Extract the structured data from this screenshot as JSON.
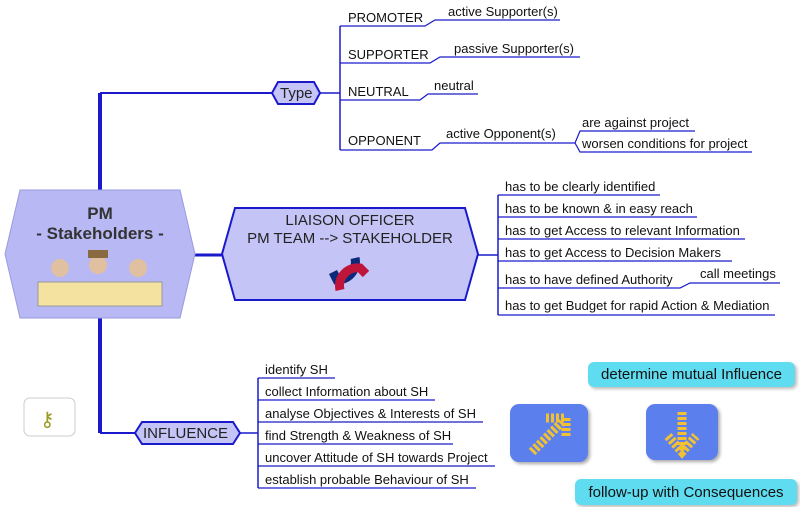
{
  "center": {
    "line1": "PM",
    "line2": "- Stakeholders -"
  },
  "type": {
    "label": "Type",
    "items": [
      {
        "label": "PROMOTER",
        "children": [
          "active Supporter(s)"
        ]
      },
      {
        "label": "SUPPORTER",
        "children": [
          "passive Supporter(s)"
        ]
      },
      {
        "label": "NEUTRAL",
        "children": [
          "neutral"
        ]
      },
      {
        "label": "OPPONENT",
        "children": [
          "active Opponent(s)"
        ],
        "grandchildren": [
          "are against project",
          "worsen conditions for project"
        ]
      }
    ]
  },
  "liaison": {
    "line1": "LIAISON OFFICER",
    "line2": "PM TEAM  -->  STAKEHOLDER",
    "items": [
      "has to be clearly identified",
      "has to be known & in easy reach",
      "has to get Access to relevant Information",
      "has to get Access to Decision Makers",
      "has to have defined Authority",
      "has to get Budget for rapid Action & Mediation"
    ],
    "sub": "call meetings"
  },
  "influence": {
    "label": "INFLUENCE",
    "items": [
      "identify SH",
      "collect Information about SH",
      "analyse Objectives & Interests of SH",
      "find Strength & Weakness of SH",
      "uncover Attitude of SH towards Project",
      "establish probable Behaviour of SH"
    ]
  },
  "callouts": {
    "mutual": "determine mutual Influence",
    "followup": "follow-up with Consequences"
  },
  "colors": {
    "line": "#1a1acc",
    "node": "#b8b8f4",
    "callout": "#5fdcf0",
    "icon": "#5b80ee"
  }
}
